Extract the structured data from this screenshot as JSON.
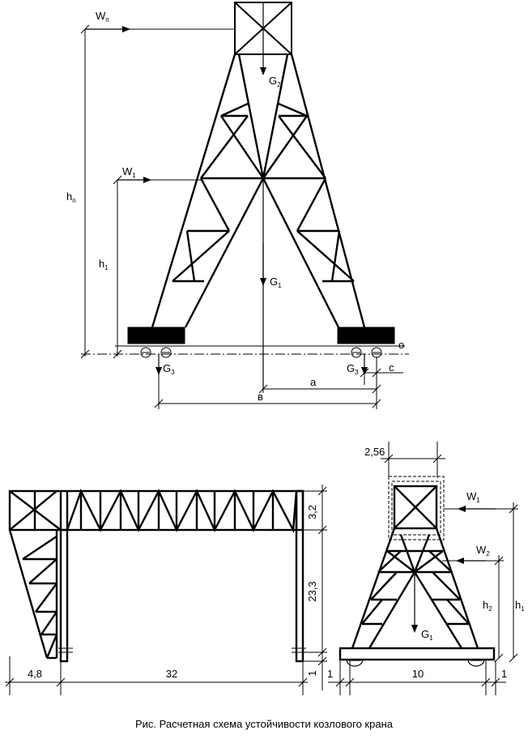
{
  "top": {
    "W_n": {
      "main": "W",
      "sub": "п"
    },
    "G_2": {
      "main": "G",
      "sub": "2"
    },
    "W_1": {
      "main": "W",
      "sub": "1"
    },
    "h_n": {
      "main": "h",
      "sub": "п"
    },
    "h_1": {
      "main": "h",
      "sub": "1"
    },
    "G_1": {
      "main": "G",
      "sub": "1"
    },
    "G_3_left": {
      "main": "G",
      "sub": "3"
    },
    "G_3_right": {
      "main": "G",
      "sub": "3"
    },
    "o": "о",
    "c": "с",
    "a": "а",
    "b": "в"
  },
  "side": {
    "dim_top": "3,2",
    "dim_height": "23,3",
    "dim_overhang": "4,8",
    "dim_span": "32",
    "dim_one": "1"
  },
  "end": {
    "dim_top": "2,56",
    "W_1": {
      "main": "W",
      "sub": "1"
    },
    "W_2": {
      "main": "W",
      "sub": "2"
    },
    "h_2": {
      "main": "h",
      "sub": "2"
    },
    "h_1": {
      "main": "h",
      "sub": "1"
    },
    "G_1": {
      "main": "G",
      "sub": "1"
    },
    "dim_left": "1",
    "dim_base": "10",
    "dim_right": "1"
  },
  "caption": "Рис. Расчетная схема устойчивости козлового крана"
}
